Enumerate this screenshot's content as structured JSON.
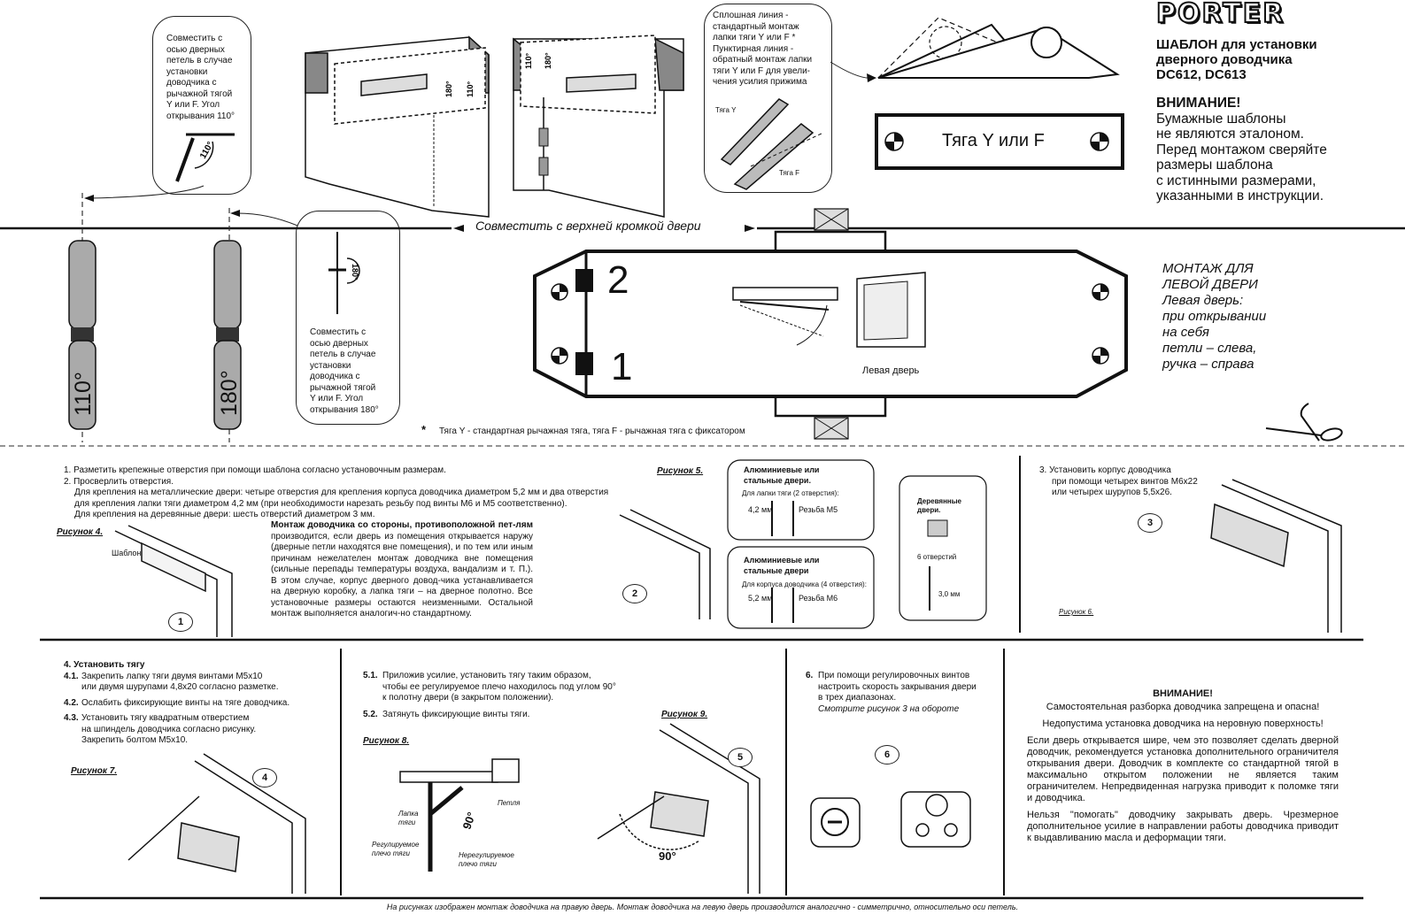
{
  "brand": "PORTER",
  "header": {
    "title_lines": [
      "ШАБЛОН для установки",
      "дверного доводчика",
      "DC612, DC613"
    ],
    "warning_title": "ВНИМАНИЕ!",
    "warning_lines": [
      "Бумажные шаблоны",
      "не являются эталоном.",
      "Перед монтажом сверяйте",
      "размеры шаблона",
      "с истинными размерами,",
      "указанными в инструкции."
    ]
  },
  "callouts": {
    "align_110": [
      "Совместить с",
      "осью дверных",
      "петель в случае",
      "установки",
      "доводчика с",
      "рычажной тягой",
      "Y или F. Угол",
      "открывания 110°"
    ],
    "align_180": [
      "Совместить с",
      "осью дверных",
      "петель в случае",
      "установки",
      "доводчика с",
      "рычажной тягой",
      "Y или F. Угол",
      "открывания 180°"
    ],
    "arm_mounting": [
      "Сплошная линия -",
      "стандартный монтаж",
      "лапки тяги Y или F *",
      "Пунктирная линия -",
      "обратный монтаж лапки",
      "тяги Y или F для увели-",
      "чения усилия прижима"
    ],
    "arm_y_label": "Тяга Y",
    "arm_f_label": "Тяга F"
  },
  "labels": {
    "angle_110": "110°",
    "angle_180": "180°",
    "arm_plate": "Тяга Y или F",
    "top_edge": "Совместить с верхней кромкой двери",
    "hole_2": "2",
    "hole_1": "1",
    "left_door": "Левая дверь",
    "footnote_mark": "*",
    "footnote": "Тяга Y - стандартная рычажная тяга, тяга F - рычажная тяга с фиксатором"
  },
  "left_door_mount": {
    "title_lines": [
      "МОНТАЖ ДЛЯ",
      "ЛЕВОЙ ДВЕРИ"
    ],
    "desc_lines": [
      "Левая дверь:",
      "при открывании",
      "на себя",
      "петли – слева,",
      "ручка – справа"
    ]
  },
  "steps_1_2": {
    "lines": [
      "1. Разметить крепежные отверстия при помощи шаблона согласно установочным размерам.",
      "2. Просверлить отверстия.",
      "Для крепления на металлические двери: четыре отверстия для крепления корпуса доводчика диаметром 5,2 мм и два отверстия",
      "для крепления  лапки тяги диаметром 4,2 мм (при необходимости нарезать резьбу под винты М6 и М5 соответственно).",
      "Для крепления на деревянные двери: шесть отверстий диаметром 3 мм."
    ],
    "fig4": "Рисунок 4.",
    "template_label": "Шаблон",
    "num1": "1",
    "reverse_title": "Монтаж доводчика со стороны, противоположной пет-лям",
    "reverse_text": "производится, если дверь из помещения открывается наружу (дверные петли находятся вне помещения), и по тем или иным причинам нежелателен монтаж доводчика вне помещения (сильные перепады температуры воздуха, вандализм и т. П.). В этом случае, корпус дверного довод-чика устанавливается на дверную коробку, а лапка тяги – на дверное полотно. Все установочные размеры остаются неизменными. Остальной монтаж  выполняется аналогич-но стандартному.",
    "fig5": "Рисунок 5.",
    "num2": "2"
  },
  "drill_boxes": {
    "metal_arm_title": [
      "Алюминиевые или",
      "стальные двери."
    ],
    "metal_arm_sub": "Для лапки тяги (2 отверстия):",
    "metal_arm_d": "4,2 мм",
    "metal_arm_thread": "Резьба М5",
    "metal_body_title": [
      "Алюминиевые или",
      "стальные двери"
    ],
    "metal_body_sub": "Для корпуса доводчика (4 отверстия):",
    "metal_body_d": "5,2 мм",
    "metal_body_thread": "Резьба М6",
    "wood_title": [
      "Деревянные",
      "двери."
    ],
    "wood_holes": "6 отверстий",
    "wood_d": "3,0 мм"
  },
  "step3": {
    "lines": [
      "3.  Установить корпус доводчика",
      "при помощи четырех винтов М6х22",
      "или четырех шурупов 5,5х26."
    ],
    "num": "3",
    "fig6": "Рисунок 6."
  },
  "step4": {
    "title": "4. Установить тягу",
    "items": [
      {
        "num": "4.1.",
        "lines": [
          "Закрепить лапку тяги двумя винтами М5х10",
          "или двумя шурупами 4,8х20 согласно разметке."
        ]
      },
      {
        "num": "4.2.",
        "lines": [
          "Ослабить фиксирующие винты на тяге доводчика."
        ]
      },
      {
        "num": "4.3.",
        "lines": [
          "Установить тягу квадратным отверстием",
          "на шпиндель доводчика согласно рисунку.",
          "Закрепить болтом М5х10."
        ]
      }
    ],
    "fig7": "Рисунок 7.",
    "num": "4"
  },
  "step5": {
    "items": [
      {
        "num": "5.1.",
        "lines": [
          "Приложив усилие, установить тягу таким образом,",
          "чтобы ее регулируемое плечо находилось под углом 90°",
          "к полотну двери (в закрытом положении)."
        ]
      },
      {
        "num": "5.2.",
        "lines": [
          "Затянуть фиксирующие винты тяги."
        ]
      }
    ],
    "fig8": "Рисунок 8.",
    "fig9": "Рисунок 9.",
    "num": "5",
    "arm_foot": [
      "Лапка",
      "тяги"
    ],
    "hinge": "Петля",
    "adj_arm": [
      "Регулируемое",
      "плечо тяги"
    ],
    "nonadj_arm": [
      "Нерегулируемое",
      "плечо тяги"
    ],
    "angle90": "90°"
  },
  "step6": {
    "num_label": "6.",
    "lines": [
      "При помощи регулировочных винтов",
      "настроить скорость закрывания двери",
      "в трех диапазонах."
    ],
    "see": "Смотрите рисунок 3 на обороте",
    "num": "6"
  },
  "final_warning": {
    "title": "ВНИМАНИЕ!",
    "paragraphs": [
      "Самостоятельная разборка доводчика запрещена и опасна!",
      "Недопустима установка доводчика на неровную поверхность!",
      "Если дверь  открывается шире, чем это позволяет сделать дверной доводчик, рекомендуется установка дополнительного ограничителя открывания двери. Доводчик в комплекте со стандартной тягой в максимально открытом положении не является таким ограничителем. Непредвиденная нагрузка приводит к поломке тяги и доводчика.",
      "Нельзя \"помогать\" доводчику закрывать дверь. Чрезмерное дополнительное усилие в направлении работы доводчика приводит к выдавливанию масла и деформации тяги."
    ]
  },
  "footer": "На рисунках изображен монтаж доводчика на правую дверь. Монтаж доводчика на левую дверь производится аналогично - симметрично, относительно оси петель."
}
